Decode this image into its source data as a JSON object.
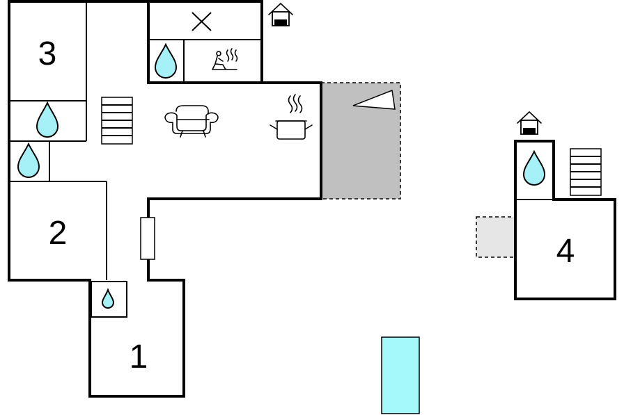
{
  "rooms": [
    {
      "id": "room-3",
      "label": "3"
    },
    {
      "id": "room-2",
      "label": "2"
    },
    {
      "id": "room-1",
      "label": "1"
    },
    {
      "id": "room-4",
      "label": "4"
    }
  ],
  "colors": {
    "water": "#a6f0f7",
    "terrace": "#c0c0c0",
    "terrace_light": "#e6e6e6",
    "pool": "#a6f9fb",
    "wall": "#000000"
  },
  "icons": [
    "bathroom-drop-icon",
    "sauna-icon",
    "living-room-sofa-icon",
    "kitchen-pot-icon",
    "staircase-icon",
    "entrance-house-icon",
    "window-icon",
    "terrace-shade-icon",
    "cross-icon"
  ]
}
